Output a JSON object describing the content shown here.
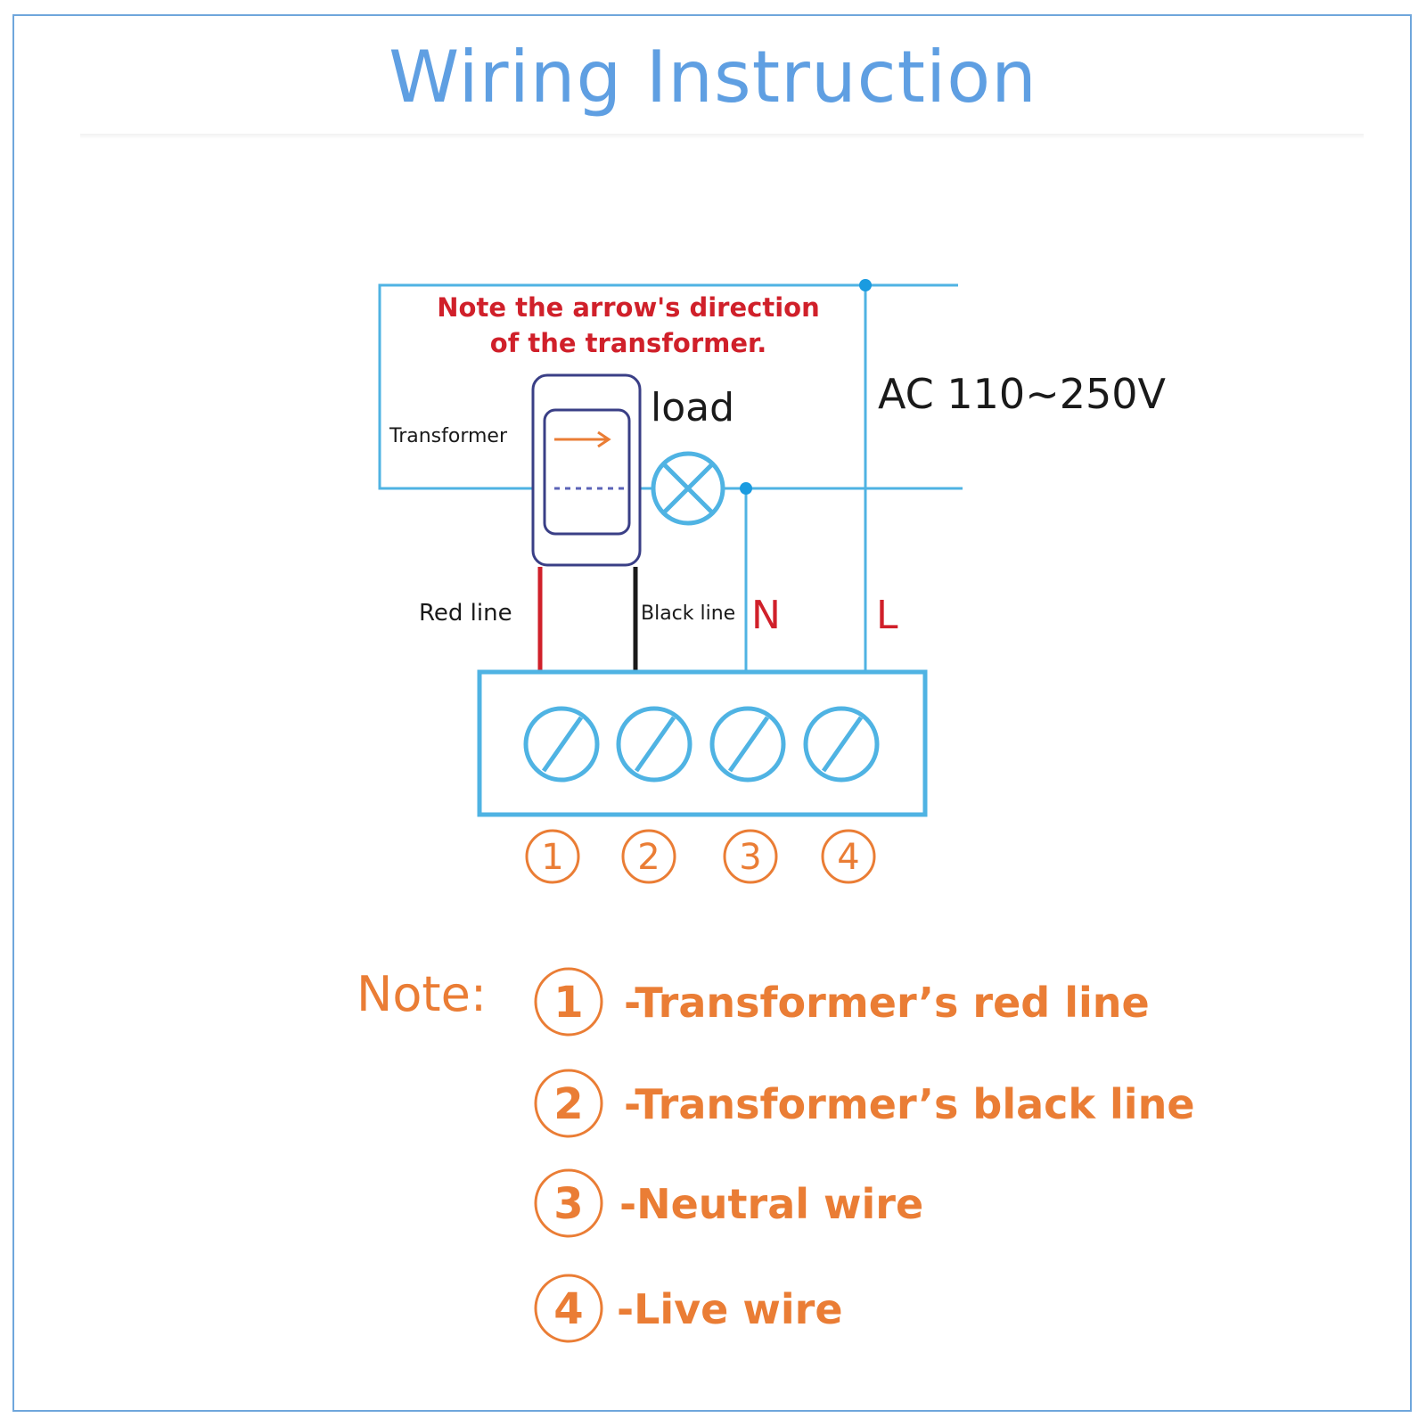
{
  "title": "Wiring Instruction",
  "diagram": {
    "arrow_note_line1": "Note the arrow's direction",
    "arrow_note_line2": "of the transformer.",
    "transformer_label": "Transformer",
    "load_label": "load",
    "supply_label": "AC 110~250V",
    "red_line_label": "Red line",
    "black_line_label": "Black line",
    "neutral_label": "N",
    "live_label": "L",
    "terminal_numbers": [
      "1",
      "2",
      "3",
      "4"
    ]
  },
  "notes": {
    "heading": "Note:",
    "items": [
      {
        "number": "1",
        "text": "-Transformer’s red line"
      },
      {
        "number": "2",
        "text": "-Transformer’s black line"
      },
      {
        "number": "3",
        "text": "-Neutral wire"
      },
      {
        "number": "4",
        "text": "-Live wire"
      }
    ]
  },
  "colors": {
    "title": "#5f9fe2",
    "wire": "#4fb3e3",
    "note_red": "#d0202a",
    "orange": "#ea7d35",
    "transformer_outline": "#3a3f86"
  }
}
